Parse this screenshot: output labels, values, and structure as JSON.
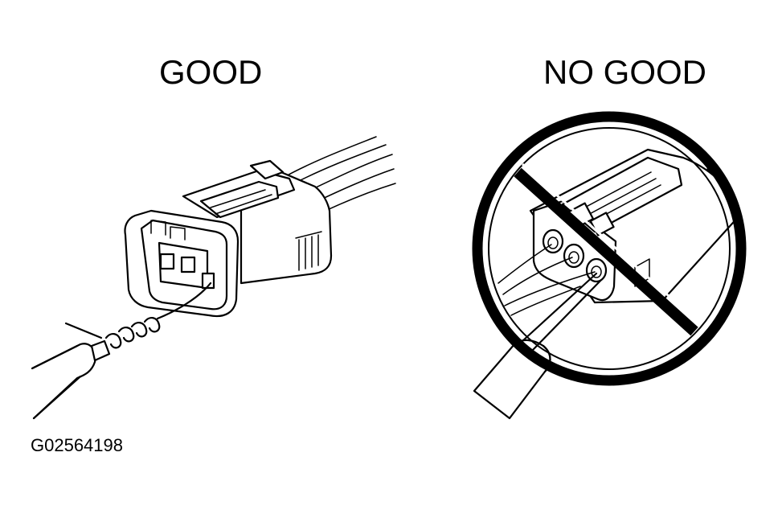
{
  "labels": {
    "good": "GOOD",
    "no_good": "NO GOOD",
    "figure_code": "G02564198"
  },
  "colors": {
    "ink": "#000000",
    "paper": "#ffffff"
  },
  "icons": {
    "good_panel": "connector-probe-backside-icon",
    "no_good_panel": "prohibited-probe-front-icon"
  }
}
